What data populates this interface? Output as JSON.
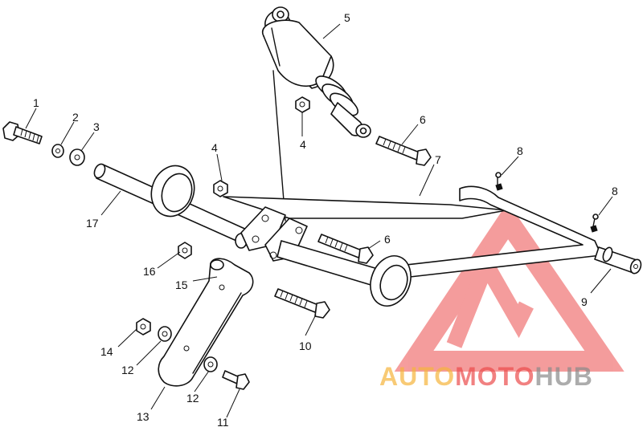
{
  "callouts": [
    {
      "label": "1"
    },
    {
      "label": "2"
    },
    {
      "label": "3"
    },
    {
      "label": "4"
    },
    {
      "label": "5"
    },
    {
      "label": "6"
    },
    {
      "label": "4"
    },
    {
      "label": "7"
    },
    {
      "label": "8"
    },
    {
      "label": "8"
    },
    {
      "label": "6"
    },
    {
      "label": "9"
    },
    {
      "label": "17"
    },
    {
      "label": "16"
    },
    {
      "label": "15"
    },
    {
      "label": "10"
    },
    {
      "label": "14"
    },
    {
      "label": "12"
    },
    {
      "label": "12"
    },
    {
      "label": "13"
    },
    {
      "label": "11"
    }
  ],
  "watermark": {
    "part1": "AUTO",
    "part2": "MOTO",
    "part3": "HUB",
    "color_orange": "#f6b53c",
    "color_red": "#ec4c4c",
    "color_grey": "#8a8a8a"
  }
}
